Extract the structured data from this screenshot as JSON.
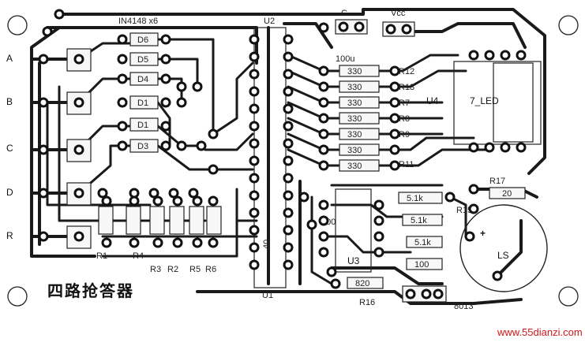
{
  "board": {
    "title": "四路抢答器",
    "watermark": "www.55dianzi.com",
    "inputs": [
      "A",
      "B",
      "C",
      "D",
      "R"
    ]
  },
  "components": {
    "top_diode_label": "IN4148 x6",
    "diodes": [
      "D6",
      "D5",
      "D4",
      "D1",
      "D1",
      "D3"
    ],
    "c_label": "C",
    "vcc_label": "Vcc",
    "u2_label": "U2",
    "c1_label": "100u",
    "r_values": [
      "330",
      "330",
      "330",
      "330",
      "330",
      "330",
      "330"
    ],
    "r_right_labels": [
      "R12",
      "R13",
      "R7",
      "R8",
      "R9",
      "R11"
    ],
    "u4_label": "U4",
    "led_label": "7_LED",
    "r17_label": "R17",
    "r17_value": "20",
    "r15_label": "R15",
    "r18_value": "5.1k",
    "r15_value": "5.1k",
    "r14_value": "5.1k",
    "c_bot_value": "100",
    "c_bot_value2": "100",
    "u3_label": "U3",
    "r16_label": "R16",
    "r16_value": "820",
    "transistor_label": "8013",
    "speaker_label": "LS",
    "speaker_plus": "+",
    "u1_label": "U1",
    "u1_value": "40",
    "bottom_resistors": [
      "R1",
      "R4",
      "R3",
      "R2",
      "R5",
      "R6"
    ]
  }
}
